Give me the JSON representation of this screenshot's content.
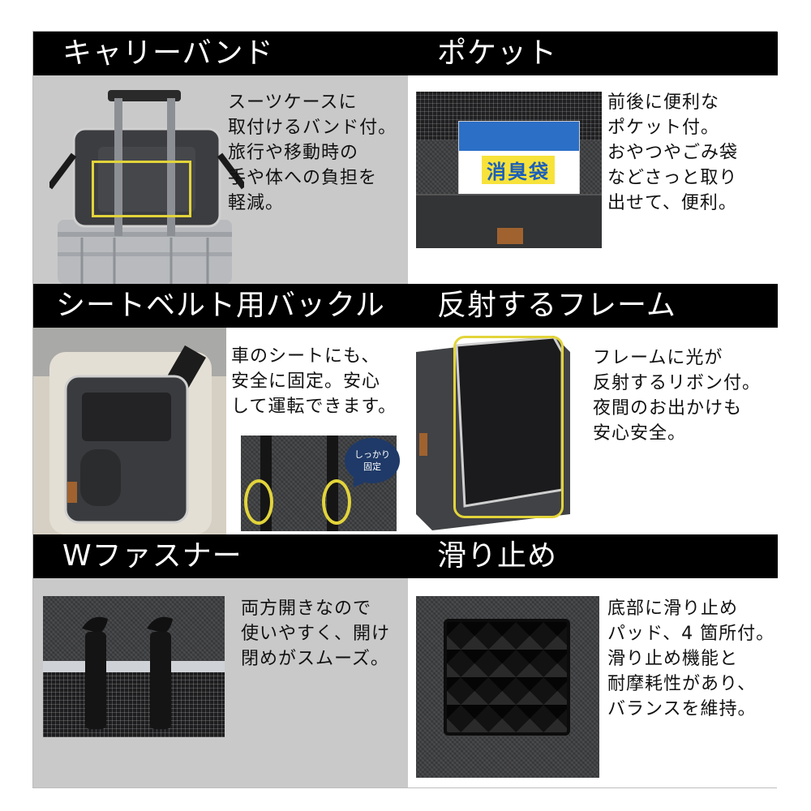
{
  "sections": [
    {
      "title": "キャリーバンド",
      "lines": [
        "スーツケースに",
        "取付けるバンド付。",
        "旅行や移動時の",
        "手や体への負担を",
        "軽減。"
      ]
    },
    {
      "title": "ポケット",
      "lines": [
        "前後に便利な",
        "ポケット付。",
        "おやつやごみ袋",
        "などさっと取り",
        "出せて、便利。"
      ],
      "package_text": "消臭袋"
    },
    {
      "title": "シートベルト用バックル",
      "lines": [
        "車のシートにも、",
        "安全に固定。安心",
        "して運転できます。"
      ],
      "bubble_lines": [
        "しっかり",
        "固定"
      ]
    },
    {
      "title": "反射するフレーム",
      "lines": [
        "フレームに光が",
        "反射するリボン付。",
        "夜間のお出かけも",
        "安心安全。"
      ]
    },
    {
      "title": "Wファスナー",
      "lines": [
        "両方開きなので",
        "使いやすく、開け",
        "閉めがスムーズ。"
      ]
    },
    {
      "title": "滑り止め",
      "lines": [
        "底部に滑り止め",
        "パッド、4 箇所付。",
        "滑り止め機能と",
        "耐摩耗性があり、",
        "バランスを維持。"
      ]
    }
  ],
  "colors": {
    "header_bg": "#000000",
    "panel_gray": "#c9c9c9",
    "highlight": "#e2d43a",
    "bubble": "#1f3a68"
  }
}
